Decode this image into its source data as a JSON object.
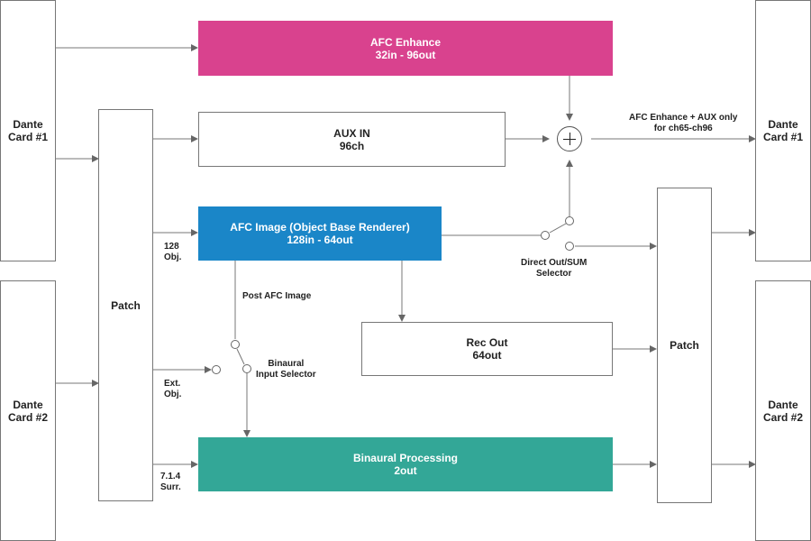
{
  "colors": {
    "enhance": "#d9428e",
    "image": "#1a86c8",
    "binaural": "#33a797",
    "line": "#777777"
  },
  "dante_left_1": {
    "line1": "Dante",
    "line2": "Card #1"
  },
  "dante_left_2": {
    "line1": "Dante",
    "line2": "Card #2"
  },
  "dante_right_1": {
    "line1": "Dante",
    "line2": "Card #1"
  },
  "dante_right_2": {
    "line1": "Dante",
    "line2": "Card #2"
  },
  "patch_left": {
    "label": "Patch"
  },
  "patch_right": {
    "label": "Patch"
  },
  "afc_enhance": {
    "title": "AFC Enhance",
    "subtitle": "32in - 96out"
  },
  "aux_in": {
    "title": "AUX IN",
    "subtitle": "96ch"
  },
  "afc_image": {
    "title": "AFC Image (Object Base Renderer)",
    "subtitle": "128in - 64out"
  },
  "rec_out": {
    "title": "Rec Out",
    "subtitle": "64out"
  },
  "binaural_processing": {
    "title": "Binaural Processing",
    "subtitle": "2out"
  },
  "labels": {
    "obj128_l1": "128",
    "obj128_l2": "Obj.",
    "ext_l1": "Ext.",
    "ext_l2": "Obj.",
    "surr_l1": "7.1.4",
    "surr_l2": "Surr.",
    "post_afc": "Post AFC Image",
    "bin_sel_l1": "Binaural",
    "bin_sel_l2": "Input Selector",
    "direct_l1": "Direct Out/SUM",
    "direct_l2": "Selector",
    "enh_aux_l1": "AFC Enhance + AUX only",
    "enh_aux_l2": "for ch65-ch96"
  },
  "icons": {
    "summing_junction": "plus-circle-icon",
    "switch_terminal": "switch-contact-icon"
  }
}
